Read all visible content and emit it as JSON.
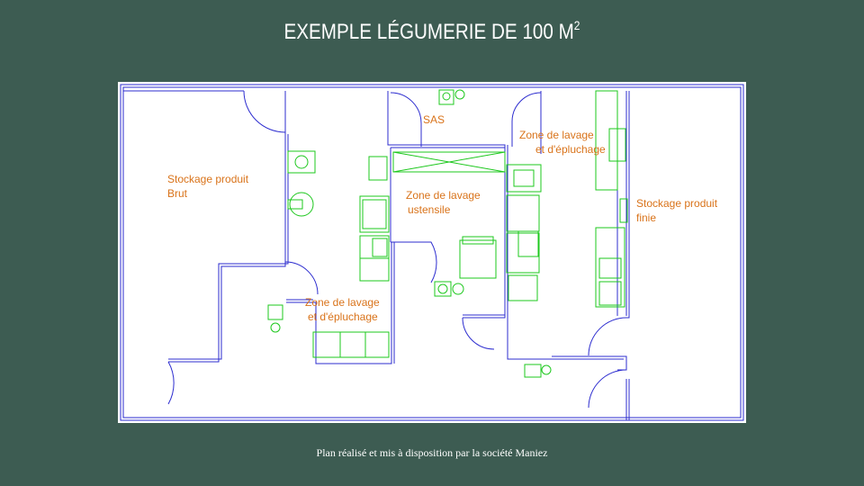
{
  "slide": {
    "title": "EXEMPLE LÉGUMERIE DE 100 M",
    "title_superscript": "2",
    "caption": "Plan réalisé et mis à disposition par la société Maniez"
  },
  "plan": {
    "labels": {
      "stockage_brut": [
        "Stockage produit",
        "Brut"
      ],
      "sas": "SAS",
      "lavage_epluchage_top": [
        "Zone de lavage",
        "et d'épluchage"
      ],
      "lavage_ustensile": [
        "Zone de lavage",
        "ustensile"
      ],
      "stockage_finie": [
        "Stockage produit",
        "finie"
      ],
      "lavage_epluchage_bottom": [
        "Zone de lavage",
        "et d'épluchage"
      ]
    }
  },
  "colors": {
    "background": "#3d5c52",
    "wall": "#2c2ccf",
    "equipment": "#1ec81e",
    "label": "#d9731a"
  }
}
